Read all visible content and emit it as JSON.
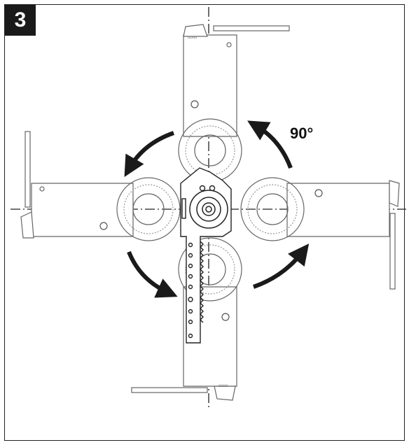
{
  "step": {
    "number": "3"
  },
  "rotation": {
    "angle_label": "90°"
  },
  "colors": {
    "stroke": "#333333",
    "light_stroke": "#999999",
    "fill": "#ffffff",
    "badge": "#1a1a1a",
    "arrow": "#1a1a1a"
  },
  "icons": [
    "rotation-arrow-icon",
    "center-axis-icon"
  ],
  "positions": [
    "top",
    "left",
    "right",
    "bottom"
  ]
}
